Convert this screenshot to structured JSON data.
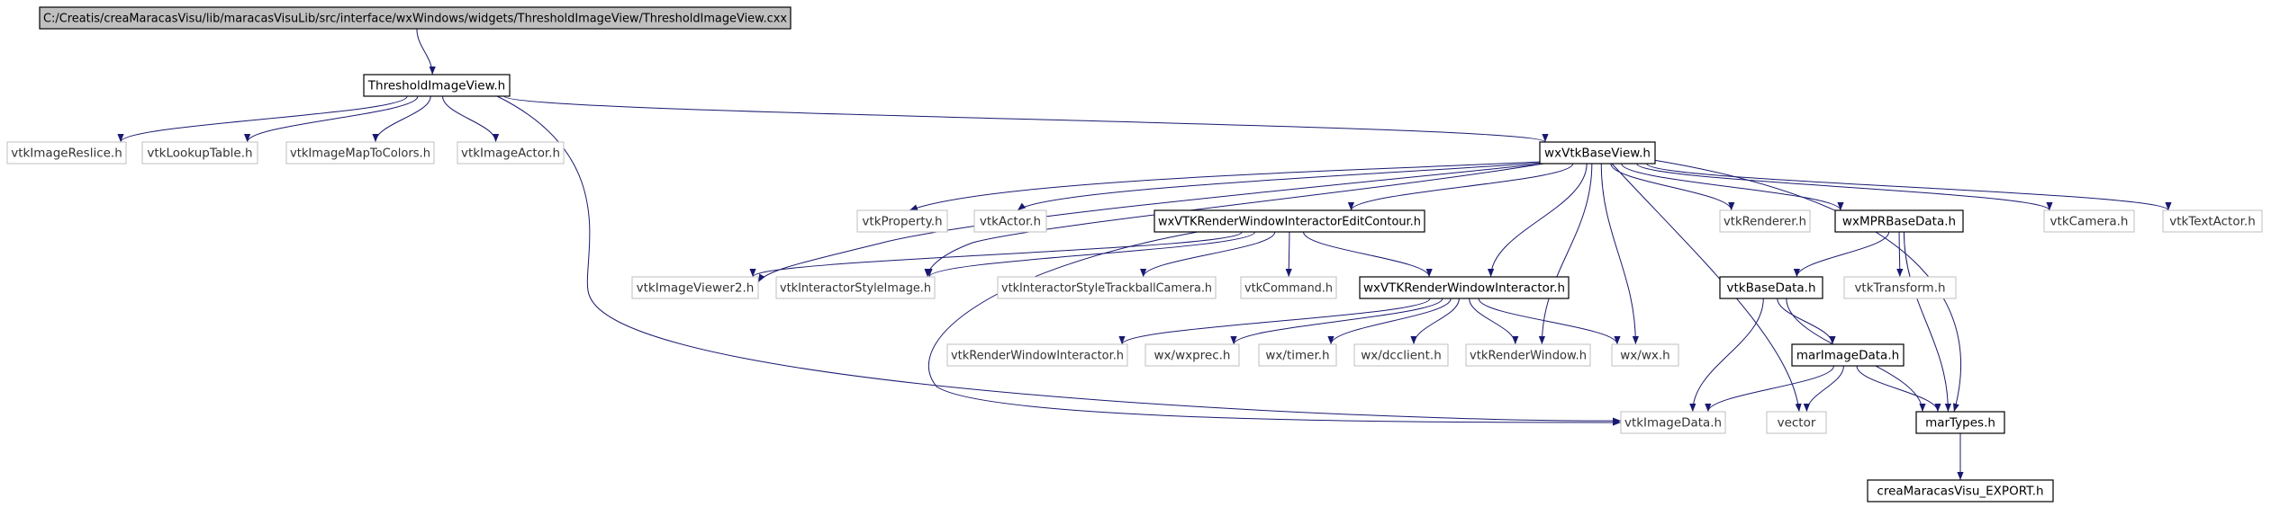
{
  "graph": {
    "edge_color": "#191970",
    "nodes": [
      {
        "id": "root",
        "label": "C:/Creatis/creaMaracasVisu/lib/maracasVisuLib/src/interface/wxWindows/widgets/ThresholdImageView/ThresholdImageView.cxx",
        "style": "root"
      },
      {
        "id": "thr",
        "label": "ThresholdImageView.h",
        "style": "main"
      },
      {
        "id": "reslice",
        "label": "vtkImageReslice.h",
        "style": "ext"
      },
      {
        "id": "lut",
        "label": "vtkLookupTable.h",
        "style": "ext"
      },
      {
        "id": "mapcol",
        "label": "vtkImageMapToColors.h",
        "style": "ext"
      },
      {
        "id": "imgactor",
        "label": "vtkImageActor.h",
        "style": "ext"
      },
      {
        "id": "base",
        "label": "wxVtkBaseView.h",
        "style": "main"
      },
      {
        "id": "prop",
        "label": "vtkProperty.h",
        "style": "ext"
      },
      {
        "id": "actor",
        "label": "vtkActor.h",
        "style": "ext"
      },
      {
        "id": "edit",
        "label": "wxVTKRenderWindowInteractorEditContour.h",
        "style": "main"
      },
      {
        "id": "renderer",
        "label": "vtkRenderer.h",
        "style": "ext"
      },
      {
        "id": "mpr",
        "label": "wxMPRBaseData.h",
        "style": "main"
      },
      {
        "id": "camera",
        "label": "vtkCamera.h",
        "style": "ext"
      },
      {
        "id": "textactor",
        "label": "vtkTextActor.h",
        "style": "ext"
      },
      {
        "id": "viewer2",
        "label": "vtkImageViewer2.h",
        "style": "ext"
      },
      {
        "id": "istyle",
        "label": "vtkInteractorStyleImage.h",
        "style": "ext"
      },
      {
        "id": "trackball",
        "label": "vtkInteractorStyleTrackballCamera.h",
        "style": "ext"
      },
      {
        "id": "command",
        "label": "vtkCommand.h",
        "style": "ext"
      },
      {
        "id": "rwi",
        "label": "wxVTKRenderWindowInteractor.h",
        "style": "main"
      },
      {
        "id": "vtkbase",
        "label": "vtkBaseData.h",
        "style": "main"
      },
      {
        "id": "transform",
        "label": "vtkTransform.h",
        "style": "ext"
      },
      {
        "id": "vtkrwi",
        "label": "vtkRenderWindowInteractor.h",
        "style": "ext"
      },
      {
        "id": "wxprec",
        "label": "wx/wxprec.h",
        "style": "ext"
      },
      {
        "id": "timer",
        "label": "wx/timer.h",
        "style": "ext"
      },
      {
        "id": "dcclient",
        "label": "wx/dcclient.h",
        "style": "ext"
      },
      {
        "id": "renwin",
        "label": "vtkRenderWindow.h",
        "style": "ext"
      },
      {
        "id": "wxwx",
        "label": "wx/wx.h",
        "style": "ext"
      },
      {
        "id": "marimg",
        "label": "marImageData.h",
        "style": "main"
      },
      {
        "id": "imgdata",
        "label": "vtkImageData.h",
        "style": "ext"
      },
      {
        "id": "vector",
        "label": "vector",
        "style": "ext"
      },
      {
        "id": "martypes",
        "label": "marTypes.h",
        "style": "main"
      },
      {
        "id": "export",
        "label": "creaMaracasVisu_EXPORT.h",
        "style": "main"
      }
    ],
    "edges": [
      [
        "root",
        "thr"
      ],
      [
        "thr",
        "reslice"
      ],
      [
        "thr",
        "lut"
      ],
      [
        "thr",
        "mapcol"
      ],
      [
        "thr",
        "imgactor"
      ],
      [
        "thr",
        "base"
      ],
      [
        "thr",
        "imgdata"
      ],
      [
        "base",
        "prop"
      ],
      [
        "base",
        "actor"
      ],
      [
        "base",
        "edit"
      ],
      [
        "base",
        "viewer2"
      ],
      [
        "base",
        "istyle"
      ],
      [
        "base",
        "rwi"
      ],
      [
        "base",
        "renwin"
      ],
      [
        "base",
        "wxwx"
      ],
      [
        "base",
        "vector"
      ],
      [
        "base",
        "renderer"
      ],
      [
        "base",
        "mpr"
      ],
      [
        "base",
        "martypes"
      ],
      [
        "base",
        "camera"
      ],
      [
        "base",
        "textactor"
      ],
      [
        "edit",
        "viewer2"
      ],
      [
        "edit",
        "istyle"
      ],
      [
        "edit",
        "trackball"
      ],
      [
        "edit",
        "command"
      ],
      [
        "edit",
        "rwi"
      ],
      [
        "edit",
        "imgdata"
      ],
      [
        "rwi",
        "vtkrwi"
      ],
      [
        "rwi",
        "wxprec"
      ],
      [
        "rwi",
        "timer"
      ],
      [
        "rwi",
        "dcclient"
      ],
      [
        "rwi",
        "renwin"
      ],
      [
        "rwi",
        "wxwx"
      ],
      [
        "mpr",
        "vtkbase"
      ],
      [
        "mpr",
        "transform"
      ],
      [
        "mpr",
        "martypes"
      ],
      [
        "vtkbase",
        "marimg"
      ],
      [
        "vtkbase",
        "imgdata"
      ],
      [
        "vtkbase",
        "martypes"
      ],
      [
        "marimg",
        "imgdata"
      ],
      [
        "marimg",
        "vector"
      ],
      [
        "marimg",
        "martypes"
      ],
      [
        "martypes",
        "export"
      ]
    ]
  }
}
